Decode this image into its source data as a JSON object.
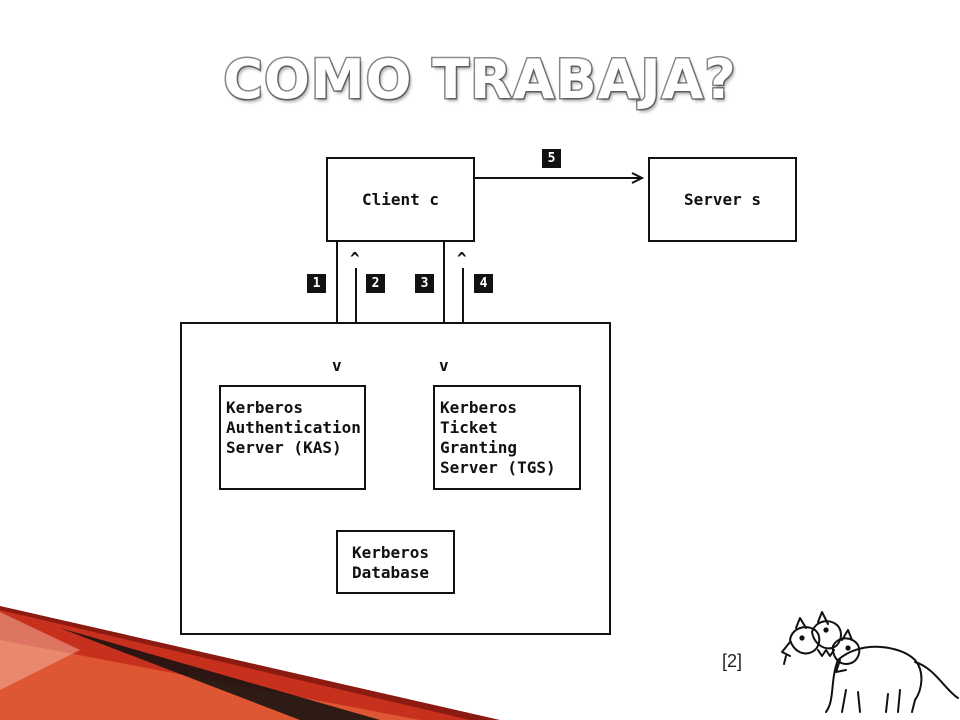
{
  "slide": {
    "title": "COMO TRABAJA?",
    "reference": "[2]"
  },
  "diagram": {
    "client_label": "Client c",
    "server_label": "Server s",
    "kas_label": "Kerberos\nAuthentication\nServer (KAS)",
    "tgs_label": "Kerberos\nTicket\nGranting\nServer (TGS)",
    "db_label": "Kerberos\nDatabase",
    "steps": [
      "1",
      "2",
      "3",
      "4",
      "5"
    ],
    "up_arrow_glyph": "^",
    "down_arrow_glyph": "v"
  },
  "decor": {
    "accent_dark": "#8b1a10",
    "accent_red": "#c8301e",
    "accent_orange": "#e8673c",
    "mascot_icon": "cerberus-dog-icon"
  }
}
